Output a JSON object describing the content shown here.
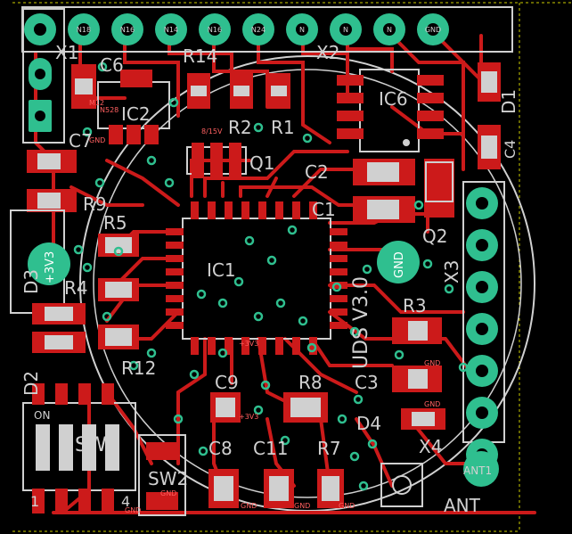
{
  "colors": {
    "background": "#000000",
    "copper": "#cc1a1a",
    "copper_dark": "#a01010",
    "pad": "#2fbf8f",
    "via": "#2fbf8f",
    "silk": "#d0d0d0",
    "label_small": "#ff6060",
    "outline": "#cccc00"
  },
  "header": {
    "pins": [
      "",
      "N18",
      "N16",
      "N14",
      "N16",
      "N24",
      "N",
      "N",
      "N",
      "GND"
    ]
  },
  "labels": {
    "x1": "X1",
    "x2": "X2",
    "x3": "X3",
    "x4": "X4",
    "c1": "C1",
    "c2": "C2",
    "c3": "C3",
    "c4": "C4",
    "c6": "C6",
    "c7": "C7",
    "c8": "C8",
    "c9": "C9",
    "c11": "C11",
    "r1": "R1",
    "r2": "R2",
    "r3": "R3",
    "r4": "R4",
    "r5": "R5",
    "r7": "R7",
    "r8": "R8",
    "r9": "R9",
    "r12": "R12",
    "r14": "R14",
    "ic1": "IC1",
    "ic2": "IC2",
    "ic6": "IC6",
    "q1": "Q1",
    "q2": "Q2",
    "d1": "D1",
    "d2": "D2",
    "d3": "D3",
    "d4": "D4",
    "sw1": "SW1",
    "sw2": "SW2",
    "on": "ON",
    "sw1_pin1": "1",
    "sw1_pin4": "4",
    "ant": "ANT",
    "ant1": "ANT1",
    "pad_3v3": "+3V3",
    "pad_gnd": "GND",
    "version": "UDS V3.0",
    "net_gnd": "GND",
    "net_3v3": "+3V3",
    "net_8v15": "8/15V",
    "net_ref": "N528",
    "net_m1": "M12"
  }
}
